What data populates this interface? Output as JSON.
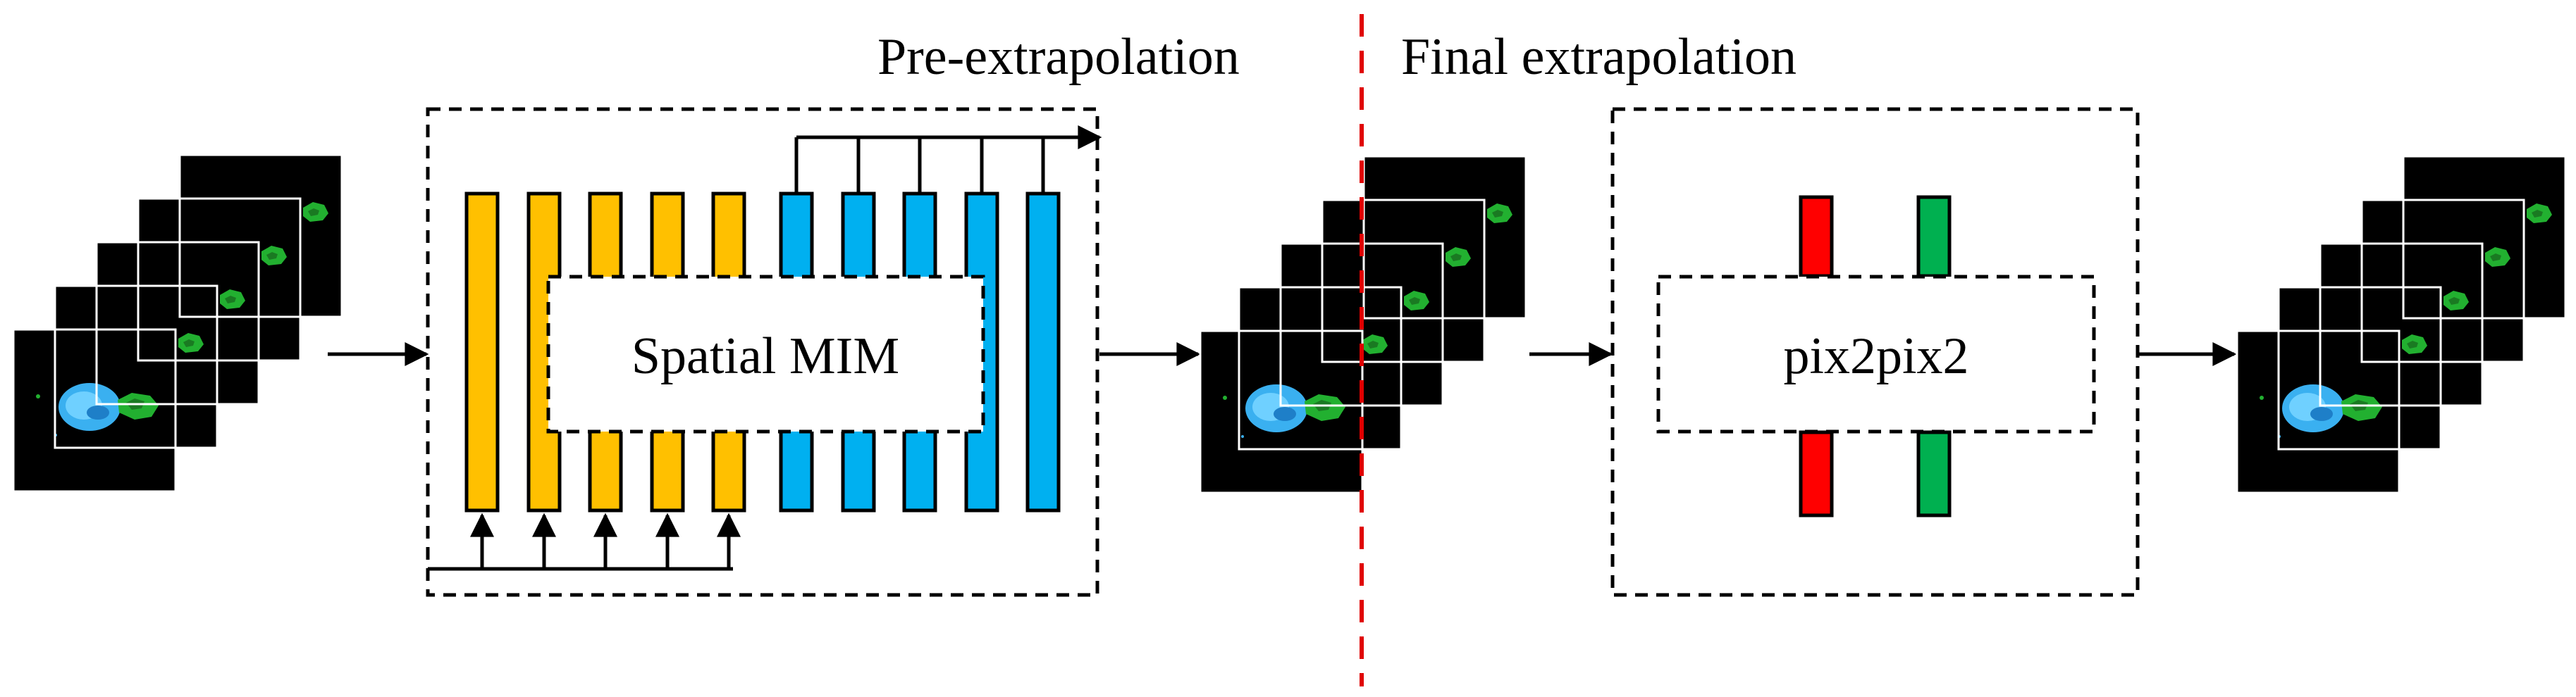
{
  "labels": {
    "pre_extrapolation": "Pre-extrapolation",
    "final_extrapolation": "Final extrapolation",
    "spatial_mim": "Spatial MIM",
    "pix2pix2": "pix2pix2"
  },
  "colors": {
    "encoder_bar": "#FFC000",
    "decoder_bar": "#00B0F0",
    "gen_bar_red": "#FF0000",
    "gen_bar_green": "#00B050",
    "divider": "#E00000",
    "frame_bg": "#000000",
    "echo_blue": "#3AB0F0",
    "echo_green": "#22B030"
  },
  "icons": {
    "input_stack": "radar-frame-stack",
    "intermediate_stack": "radar-frame-stack",
    "output_stack": "radar-frame-stack"
  }
}
